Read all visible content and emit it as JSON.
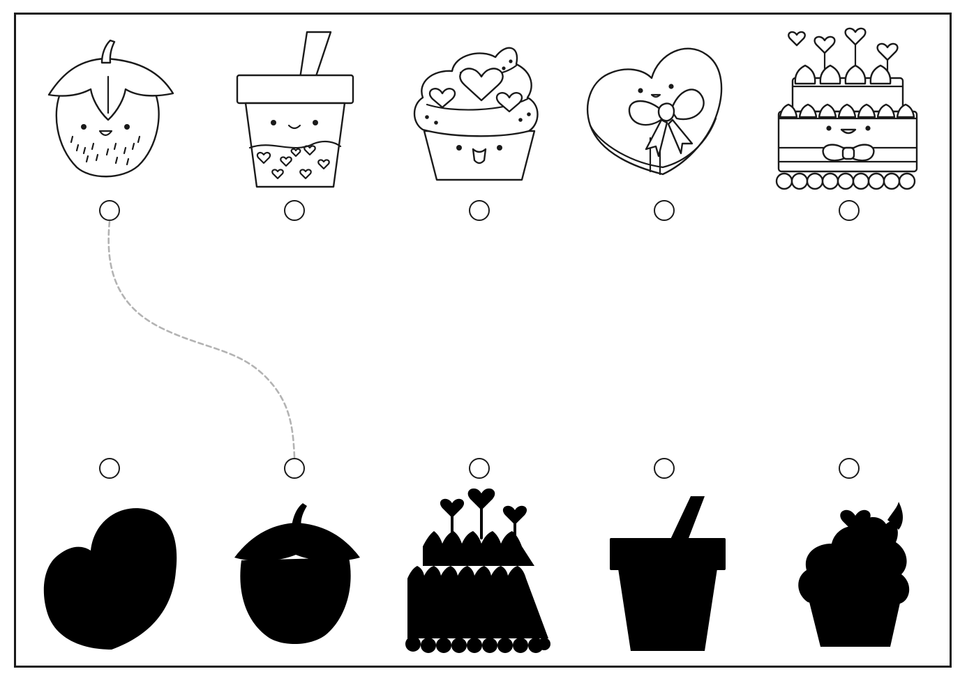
{
  "worksheet": {
    "top_items": [
      {
        "id": "strawberry",
        "icon": "strawberry-icon"
      },
      {
        "id": "bubble-tea",
        "icon": "bubble-tea-icon"
      },
      {
        "id": "cupcake",
        "icon": "cupcake-icon"
      },
      {
        "id": "heart-box",
        "icon": "heart-gift-box-icon"
      },
      {
        "id": "cake",
        "icon": "layer-cake-icon"
      }
    ],
    "bottom_shadows": [
      {
        "id": "heart-box",
        "icon": "heart-box-silhouette-icon"
      },
      {
        "id": "strawberry",
        "icon": "strawberry-silhouette-icon"
      },
      {
        "id": "cake",
        "icon": "cake-silhouette-icon"
      },
      {
        "id": "bubble-tea",
        "icon": "bubble-tea-silhouette-icon"
      },
      {
        "id": "cupcake",
        "icon": "cupcake-silhouette-icon"
      }
    ],
    "example_match": {
      "from": "strawberry",
      "to": "strawberry",
      "style": "dashed"
    },
    "colors": {
      "line": "#1a1a1a",
      "silhouette": "#000000",
      "trace": "#b3b3b3",
      "background": "#ffffff"
    }
  }
}
